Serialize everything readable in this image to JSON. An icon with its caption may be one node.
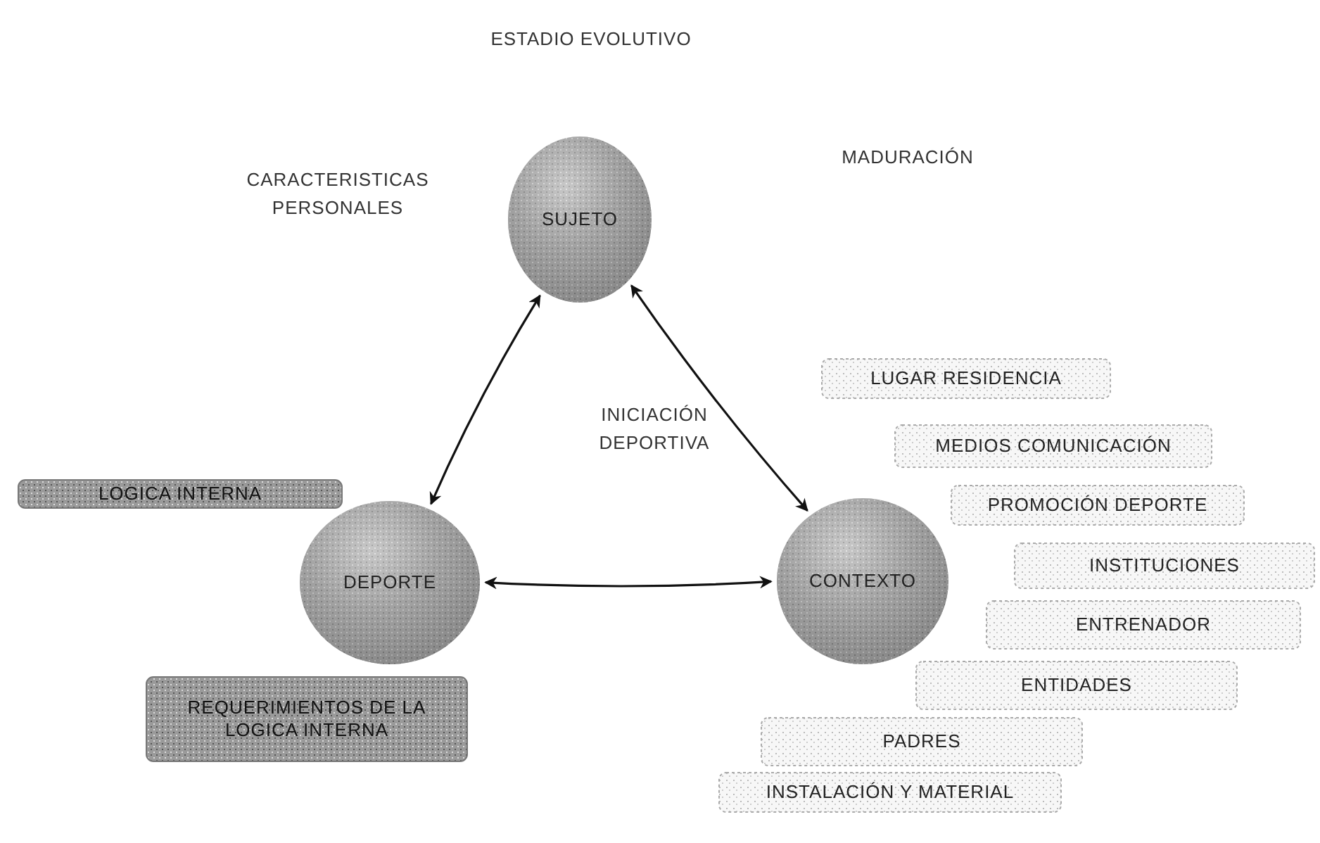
{
  "diagram": {
    "nodes": [
      {
        "text": [
          "SUJETO"
        ]
      },
      {
        "text": [
          "DEPORTE"
        ]
      },
      {
        "text": [
          "CONTEXTO"
        ]
      },
      {
        "text": [
          "LOGICA INTERNA"
        ]
      },
      {
        "text": [
          "REQUERIMIENTOS DE LA LOGICA INTERNA"
        ]
      },
      {
        "text": [
          "LUGAR RESIDENCIA"
        ]
      },
      {
        "text": [
          "MEDIOS COMUNICACIÓN"
        ]
      },
      {
        "text": [
          "PROMOCIÓN DEPORTE"
        ]
      },
      {
        "text": [
          "INSTITUCIONES"
        ]
      },
      {
        "text": [
          "ENTRENADOR"
        ]
      },
      {
        "text": [
          "ENTIDADES"
        ]
      },
      {
        "text": [
          "PADRES"
        ]
      },
      {
        "text": [
          "INSTALACIÓN Y MATERIAL"
        ]
      }
    ],
    "edges": [
      {
        "from": 0,
        "to": 1,
        "arrow": "both"
      },
      {
        "from": 0,
        "to": 2,
        "arrow": "both"
      },
      {
        "from": 1,
        "to": 2,
        "arrow": "both"
      }
    ],
    "labels": [
      "ESTADIO EVOLUTIVO",
      "CARACTERISTICAS PERSONALES",
      "MADURACIÓN",
      "INICIACIÓN DEPORTIVA"
    ]
  }
}
